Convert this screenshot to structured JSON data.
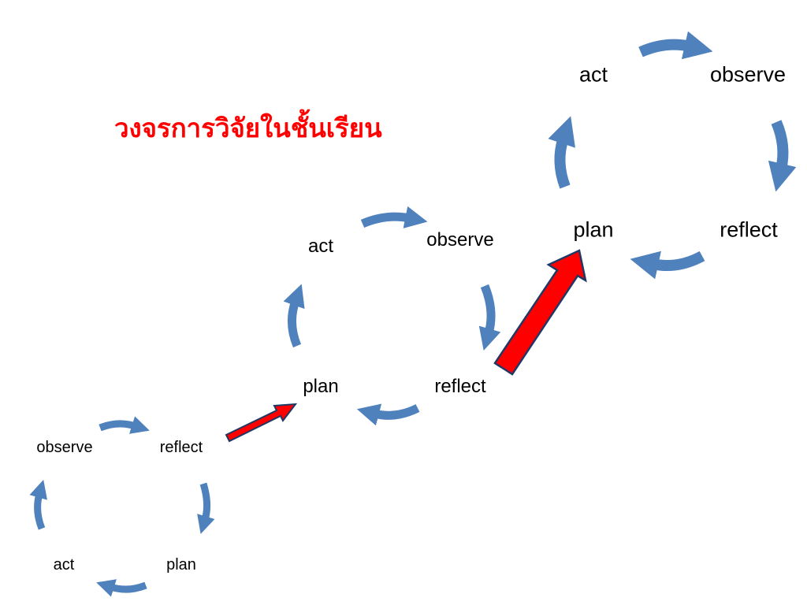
{
  "title": "วงจรการวิจัยในชั้นเรียน",
  "colors": {
    "title": "#ff0000",
    "cycle_arrow": "#4f81bd",
    "transition_arrow_fill": "#ff0000",
    "transition_arrow_outline": "#1f3864"
  },
  "cycles": [
    {
      "plan": "plan",
      "act": "act",
      "observe": "observe",
      "reflect": "reflect"
    },
    {
      "plan": "plan",
      "act": "act",
      "observe": "observe",
      "reflect": "reflect"
    },
    {
      "plan": "plan",
      "act": "act",
      "observe": "observe",
      "reflect": "reflect"
    }
  ]
}
